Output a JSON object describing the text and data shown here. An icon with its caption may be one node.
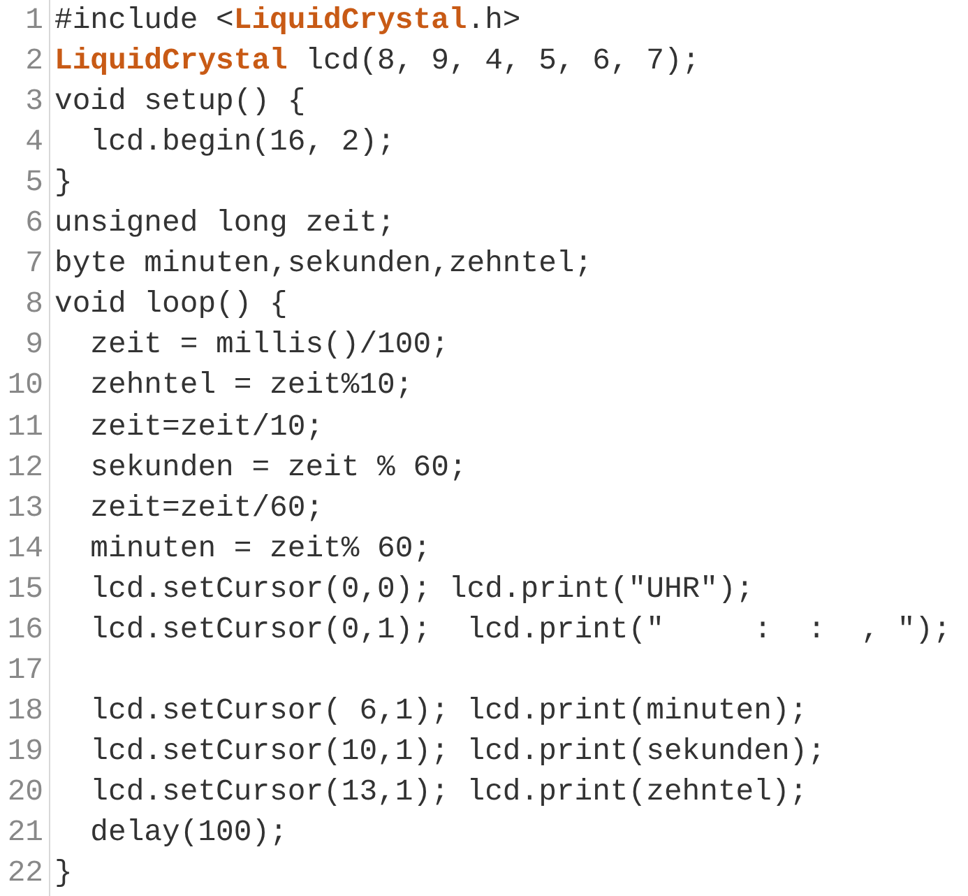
{
  "diagram": {
    "labels": [
      "1",
      "#include <**LiquidCrystal**.h>",
      "2",
      "**LiquidCrystal** lcd(8, 9, 4, 5, 6, 7);",
      "3",
      "void setup() {",
      "4",
      "  lcd.begin(16, 2);",
      "5",
      "}",
      "6",
      "unsigned long zeit;",
      "7",
      "byte minuten,sekunden,zehntel;",
      "8",
      "void loop() {",
      "9",
      "  zeit = millis()/100;",
      "10",
      "  zehntel = zeit%10;",
      "11",
      "  zeit=zeit/10;",
      "12",
      "  sekunden = zeit % 60;",
      "13",
      "  zeit=zeit/60;",
      "14",
      "  minuten = zeit% 60;",
      "15",
      "  lcd.setCursor(0,0); lcd.print(\"UHR\");",
      "16",
      "  lcd.setCursor(0,1);  lcd.print(\"     :  :  , \");",
      "17",
      "18",
      "  lcd.setCursor( 6,1); lcd.print(minuten);",
      "19",
      "  lcd.setCursor(10,1); lcd.print(sekunden);",
      "20",
      "  lcd.setCursor(13,1); lcd.print(zehntel);",
      "21",
      "  delay(100);",
      "22",
      "}"
    ]
  }
}
